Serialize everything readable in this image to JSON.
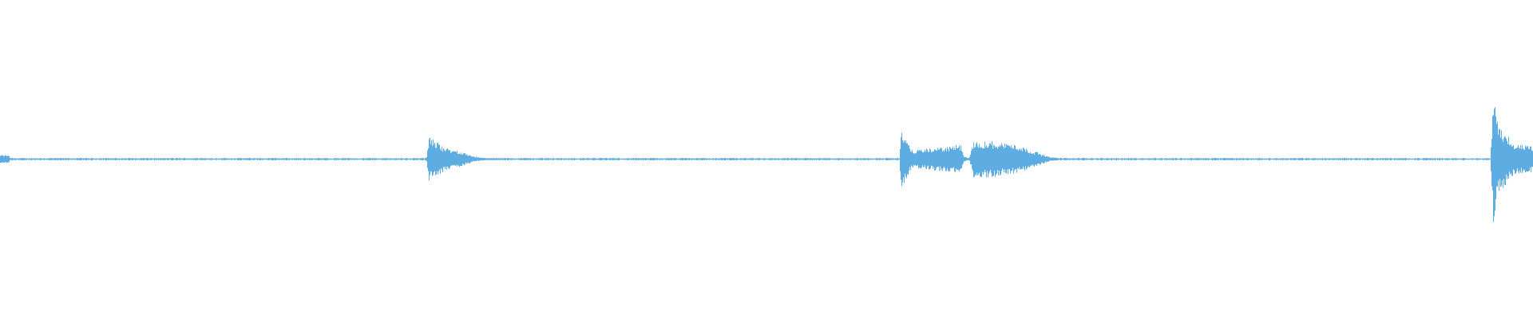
{
  "waveform": {
    "color": "#5DADE2",
    "background": "#FFFFFF",
    "baseline_level": 0.0,
    "noise_floor": 0.01,
    "bursts": [
      {
        "name": "burst-1",
        "start": 0.278,
        "attack": 0.0015,
        "peak": 0.27,
        "decay": [
          0.016,
          0.1,
          0.02,
          0.1,
          0.032,
          0.02
        ]
      },
      {
        "name": "burst-2",
        "start": 0.5865,
        "attack": 0.0012,
        "peak": 0.37,
        "decay": [
          0.008,
          0.1,
          0.04,
          0.17,
          0.042,
          0.02
        ]
      },
      {
        "name": "burst-3",
        "start": 0.632,
        "attack": 0.003,
        "peak": 0.22,
        "plateau": [
          0.014,
          0.22,
          0.03,
          0.18,
          0.052,
          0.02
        ]
      },
      {
        "name": "burst-4",
        "start": 0.972,
        "attack": 0.0025,
        "peak": 1.0,
        "decay": [
          0.004,
          0.48,
          0.016,
          0.18,
          0.028,
          0.15
        ]
      }
    ],
    "leading_blip": {
      "start": 0.0,
      "end": 0.006,
      "level": 0.04
    }
  }
}
